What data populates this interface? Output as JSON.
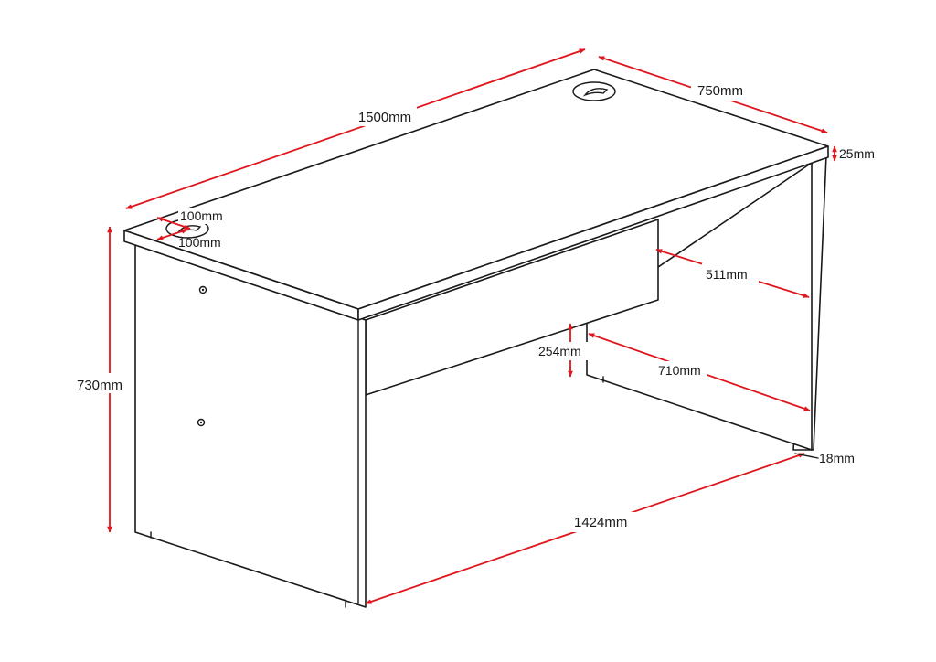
{
  "colors": {
    "dimension": "#e0161d",
    "outline": "#1a1a1a",
    "background": "#ffffff"
  },
  "icons": [
    "cable-grommet-icon",
    "cam-lock-icon"
  ],
  "dimensions": {
    "length": "1500mm",
    "depth": "750mm",
    "top_thickness": "25mm",
    "grommet_offset_x": "100mm",
    "grommet_offset_y": "100mm",
    "height": "730mm",
    "leg_to_modesty": "511mm",
    "modesty_height": "254mm",
    "inner_depth": "710mm",
    "panel_thickness": "18mm",
    "inner_width": "1424mm"
  }
}
